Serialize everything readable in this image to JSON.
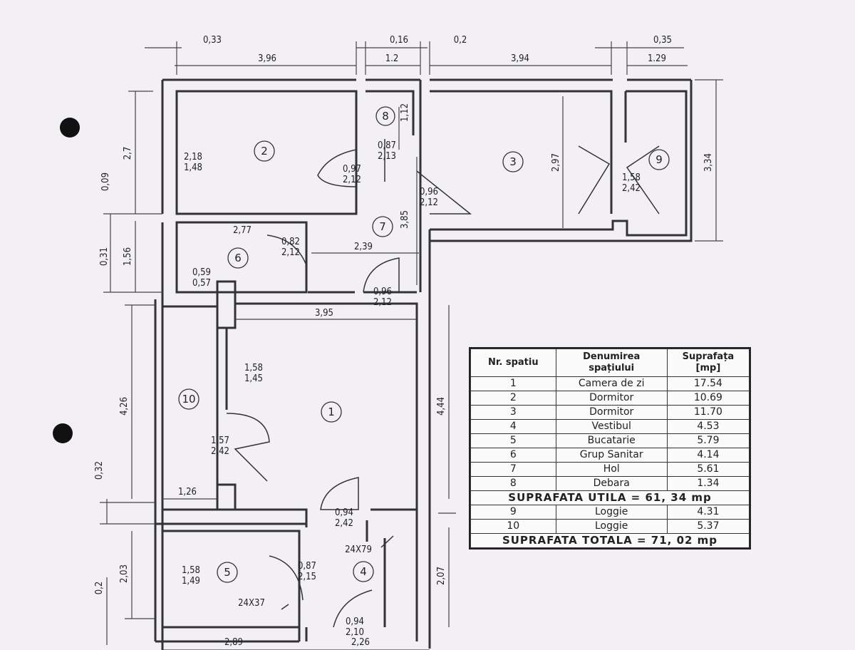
{
  "dimensions": {
    "top_0_33": "0,33",
    "top_0_16": "0,16",
    "top_0_2": "0,2",
    "top_0_35": "0,35",
    "top_3_96": "3,96",
    "top_1_2": "1.2",
    "top_3_94": "3,94",
    "top_1_29": "1.29",
    "left_2_7": "2,7",
    "left_0_09": "0,09",
    "left_0_31": "0,31",
    "left_1_56": "1,56",
    "left_4_26": "4,26",
    "left_0_32": "0,32",
    "left_2_03": "2,03",
    "left_0_2": "0,2",
    "right_3_34": "3,34",
    "mid_4_44": "4,44",
    "mid_2_07": "2,07",
    "r8_1_12": "1,12",
    "r7_3_85": "3,85",
    "r3_2_97": "2,97",
    "h_2_77": "2,77",
    "h_2_39": "2,39",
    "h_3_95": "3,95",
    "h_1_26": "1,26",
    "bottom_2_89": "2,89",
    "bottom_2_26": "2,26",
    "opening_24x79": "24X79",
    "opening_24x37": "24X37"
  },
  "windows_doors": {
    "w_2_18": "2,18",
    "w_1_48": "1,48",
    "d_0_87": "0,87",
    "d_2_13": "2,13",
    "d_0_97": "0,97",
    "d_2_12a": "2,12",
    "d_0_96a": "0,96",
    "d_2_12b": "2,12",
    "w_1_58a": "1,58",
    "w_2_42a": "2,42",
    "d_0_82": "0,82",
    "d_2_12c": "2,12",
    "w_0_59": "0,59",
    "w_0_57": "0,57",
    "d_0_96b": "0,96",
    "d_2_12d": "2,12",
    "w_1_58b": "1,58",
    "w_1_45": "1,45",
    "w_1_57": "1,57",
    "w_2_42b": "2,42",
    "d_0_94a": "0,94",
    "d_2_42c": "2,42",
    "w_1_58c": "1,58",
    "w_1_49": "1,49",
    "d_0_87b": "0,87",
    "d_2_15": "2,15",
    "d_0_94b": "0,94",
    "d_2_10": "2,10"
  },
  "rooms": [
    "1",
    "2",
    "3",
    "4",
    "5",
    "6",
    "7",
    "8",
    "9",
    "10"
  ],
  "table": {
    "header": {
      "nr": "Nr. spatiu",
      "name": "Denumirea spațiului",
      "area": "Suprafața [mp]"
    },
    "rows": [
      {
        "nr": "1",
        "name": "Camera de zi",
        "area": "17.54"
      },
      {
        "nr": "2",
        "name": "Dormitor",
        "area": "10.69"
      },
      {
        "nr": "3",
        "name": "Dormitor",
        "area": "11.70"
      },
      {
        "nr": "4",
        "name": "Vestibul",
        "area": "4.53"
      },
      {
        "nr": "5",
        "name": "Bucatarie",
        "area": "5.79"
      },
      {
        "nr": "6",
        "name": "Grup Sanitar",
        "area": "4.14"
      },
      {
        "nr": "7",
        "name": "Hol",
        "area": "5.61"
      },
      {
        "nr": "8",
        "name": "Debara",
        "area": "1.34"
      }
    ],
    "useful_total": "SUPRAFATA UTILA = 61, 34 mp",
    "rows2": [
      {
        "nr": "9",
        "name": "Loggie",
        "area": "4.31"
      },
      {
        "nr": "10",
        "name": "Loggie",
        "area": "5.37"
      }
    ],
    "grand_total": "SUPRAFATA TOTALA = 71, 02 mp"
  }
}
